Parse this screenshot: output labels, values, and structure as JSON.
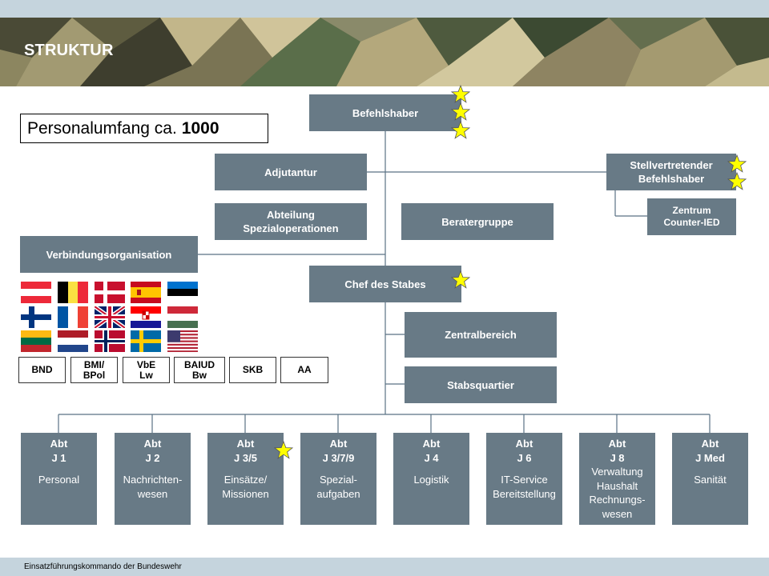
{
  "header": {
    "title": "STRUKTUR"
  },
  "footer": {
    "text": "Einsatzführungskommando der Bundeswehr"
  },
  "personnel": {
    "prefix": "Personalumfang ca.",
    "count": "1000"
  },
  "units": {
    "befehlshaber": "Befehlshaber",
    "adjutantur": "Adjutantur",
    "stellv_line1": "Stellvertretender",
    "stellv_line2": "Befehlshaber",
    "zentrum_line1": "Zentrum",
    "zentrum_line2": "Counter-IED",
    "spezial_line1": "Abteilung",
    "spezial_line2": "Spezialoperationen",
    "beratergruppe": "Beratergruppe",
    "verbindung": "Verbindungsorganisation",
    "chef_stabes": "Chef des Stabes",
    "zentralbereich": "Zentralbereich",
    "stabsquartier": "Stabsquartier"
  },
  "flags": [
    "Austria",
    "Belgium",
    "Denmark",
    "Spain",
    "Estonia",
    "Finland",
    "France",
    "United Kingdom",
    "Croatia",
    "Hungary",
    "Lithuania",
    "Netherlands",
    "Norway",
    "Sweden",
    "United States"
  ],
  "agencies": [
    {
      "line1": "BND",
      "line2": ""
    },
    {
      "line1": "BMI/",
      "line2": "BPol"
    },
    {
      "line1": "VbE",
      "line2": "Lw"
    },
    {
      "line1": "BAIUD",
      "line2": "Bw"
    },
    {
      "line1": "SKB",
      "line2": ""
    },
    {
      "line1": "AA",
      "line2": ""
    }
  ],
  "departments": [
    {
      "abt": "Abt",
      "code": "J 1",
      "lines": [
        "Personal"
      ]
    },
    {
      "abt": "Abt",
      "code": "J 2",
      "lines": [
        "Nachrichten-",
        "wesen"
      ]
    },
    {
      "abt": "Abt",
      "code": "J 3/5",
      "lines": [
        "Einsätze/",
        "Missionen"
      ]
    },
    {
      "abt": "Abt",
      "code": "J 3/7/9",
      "lines": [
        "Spezial-",
        "aufgaben"
      ]
    },
    {
      "abt": "Abt",
      "code": "J 4",
      "lines": [
        "Logistik"
      ]
    },
    {
      "abt": "Abt",
      "code": "J 6",
      "lines": [
        "IT-Service",
        "Bereitstellung"
      ]
    },
    {
      "abt": "Abt",
      "code": "J 8",
      "lines": [
        "Verwaltung",
        "Haushalt",
        "Rechnungs-",
        "wesen"
      ]
    },
    {
      "abt": "Abt",
      "code": "J Med",
      "lines": [
        "Sanität"
      ]
    }
  ],
  "colors": {
    "box": "#687a86",
    "star": "#ffff00",
    "line": "#5a7284"
  }
}
